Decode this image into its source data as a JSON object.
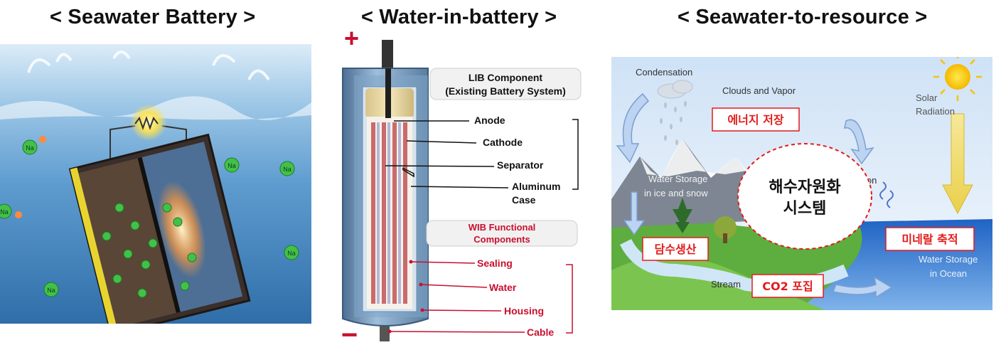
{
  "titles": {
    "seawater_battery": "< Seawater Battery >",
    "water_in_battery": "< Water-in-battery >",
    "seawater_to_resource": "< Seawater-to-resource >"
  },
  "seawater_battery": {
    "ion_labels": [
      "Na",
      "Na",
      "Na",
      "Na",
      "Na",
      "Na"
    ]
  },
  "wib": {
    "plus": "+",
    "minus": "−",
    "lib_box": {
      "line1": "LIB Component",
      "line2": "(Existing Battery System)"
    },
    "lib_labels": [
      "Anode",
      "Cathode",
      "Separator",
      "Aluminum",
      "Case"
    ],
    "wib_box": {
      "line1": "WIB Functional",
      "line2": "Components"
    },
    "wib_labels": [
      "Sealing",
      "Water",
      "Housing",
      "Cable"
    ]
  },
  "resource": {
    "cycle_labels": {
      "condensation": "Condensation",
      "clouds": "Clouds and Vapor",
      "solar1": "Solar",
      "solar2": "Radiation",
      "water_storage_ice1": "Water Storage",
      "water_storage_ice2": "in ice and snow",
      "evap_fragment": "ion",
      "stream": "Stream",
      "ocean1": "Water Storage",
      "ocean2": "in Ocean"
    },
    "center": {
      "line1": "해수자원화",
      "line2": "시스템"
    },
    "red_boxes": {
      "energy": "에너지 저장",
      "desal": "담수생산",
      "mineral": "미네랄 축적",
      "co2": "CO2 포집"
    }
  },
  "colors": {
    "red_text": "#c8102e",
    "seawater_blue": "#5e9ccf",
    "housing_blue": "#7fa6c9"
  }
}
